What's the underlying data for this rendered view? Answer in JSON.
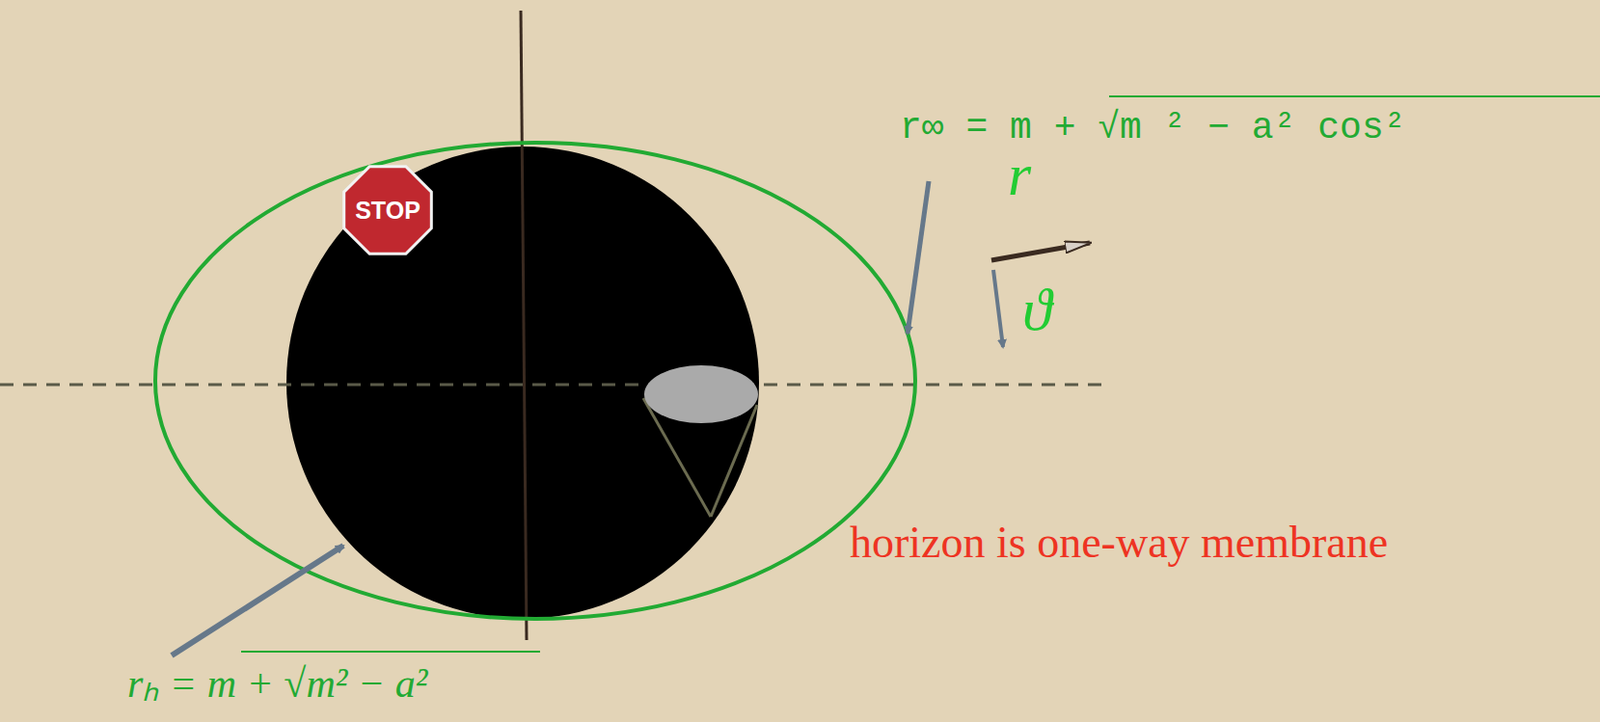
{
  "diagram": {
    "nodes": [
      {
        "text": [
          "STOP"
        ]
      }
    ],
    "labels": [
      "r∞ = m + √m ² − a² cos²",
      "r",
      "ϑ",
      "horizon is one-way membrane",
      "rₕ = m + √m² − a²"
    ]
  }
}
